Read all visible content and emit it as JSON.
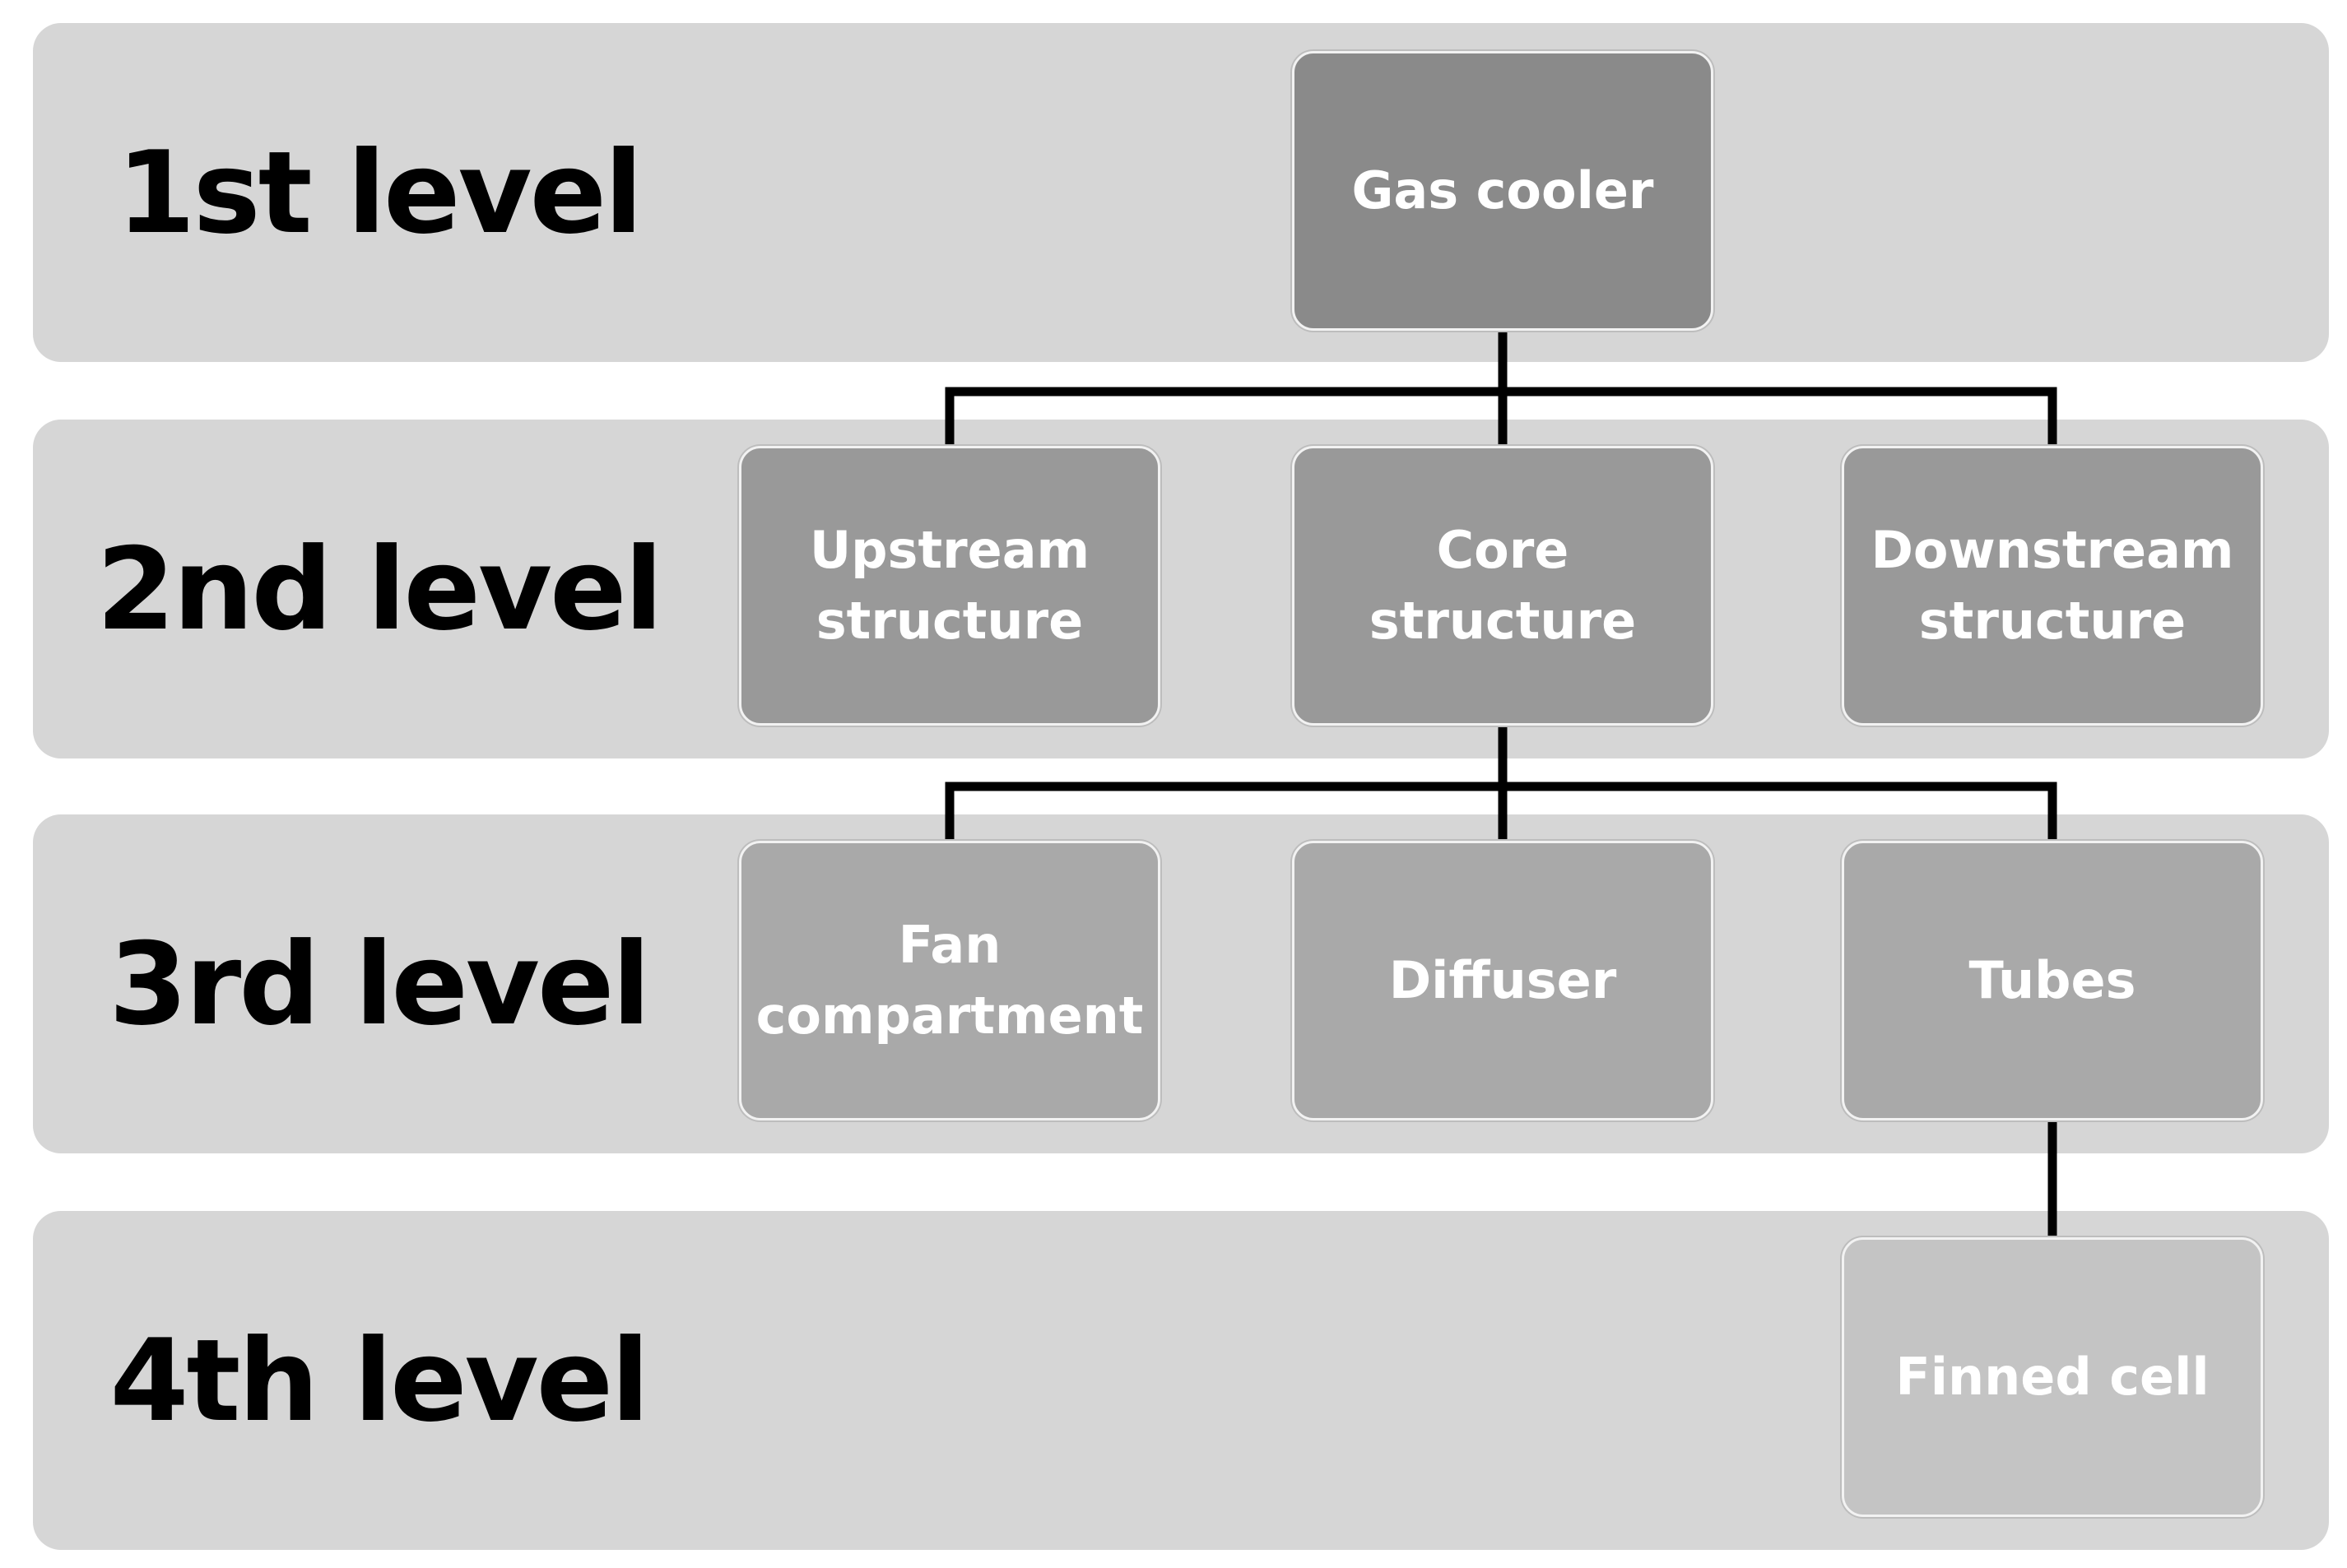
{
  "levels": [
    {
      "label": "1st level"
    },
    {
      "label": "2nd level"
    },
    {
      "label": "3rd level"
    },
    {
      "label": "4th level"
    }
  ],
  "nodes": {
    "gas_cooler": "Gas cooler",
    "upstream_structure": "Upstream\nstructure",
    "core_structure": "Core\nstructure",
    "downstream_structure": "Downstream\nstructure",
    "fan_compartment": "Fan\ncompartment",
    "diffuser": "Diffuser",
    "tubes": "Tubes",
    "finned_cell": "Finned cell"
  },
  "edges": [
    [
      "gas_cooler",
      "upstream_structure"
    ],
    [
      "gas_cooler",
      "core_structure"
    ],
    [
      "gas_cooler",
      "downstream_structure"
    ],
    [
      "core_structure",
      "fan_compartment"
    ],
    [
      "core_structure",
      "diffuser"
    ],
    [
      "core_structure",
      "tubes"
    ],
    [
      "tubes",
      "finned_cell"
    ]
  ],
  "colors": {
    "band": "#d6d6d6",
    "level1_box": "#8a8a8a",
    "level2_box": "#999999",
    "level3_box": "#a9a9a9",
    "level4_box": "#c4c4c4",
    "connector": "#000000",
    "box_text": "#ffffff"
  }
}
